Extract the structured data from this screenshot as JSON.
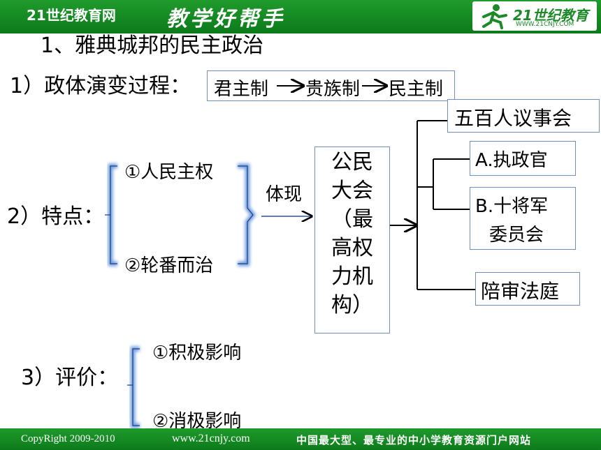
{
  "header": {
    "site_name": "21世纪教育网",
    "slogan": "教学好帮手",
    "logo_text": "21世纪教育",
    "logo_url": "WWW.21CNJY.COM"
  },
  "footer": {
    "copyright": "CopyRight 2009-2010",
    "url": "www.21cnjy.com",
    "slogan": "中国最大型、最专业的中小学教育资源门户网站"
  },
  "slide": {
    "title": "1、雅典城邦的民主政治",
    "section1": {
      "label": "1）政体演变过程：",
      "evolution": [
        "君主制",
        "贵族制",
        "民主制"
      ]
    },
    "section2": {
      "label": "2）特点：",
      "features": [
        "①人民主权",
        "②轮番而治"
      ],
      "reflect": "体现",
      "assembly": [
        "公民",
        "大会",
        "（最",
        "高权",
        "力机",
        "构）"
      ],
      "organs": {
        "council": "五百人议事会",
        "archon": "A.执政官",
        "generals_line1": "B.十将军",
        "generals_line2": "委员会",
        "court": "陪审法庭"
      }
    },
    "section3": {
      "label": "3）评价：",
      "items": [
        "①积极影响",
        "②消极影响"
      ]
    }
  },
  "colors": {
    "banner_green": "#1a9428",
    "box_border": "#6f8fc0",
    "bracket_blue": "#5a8fd8"
  }
}
